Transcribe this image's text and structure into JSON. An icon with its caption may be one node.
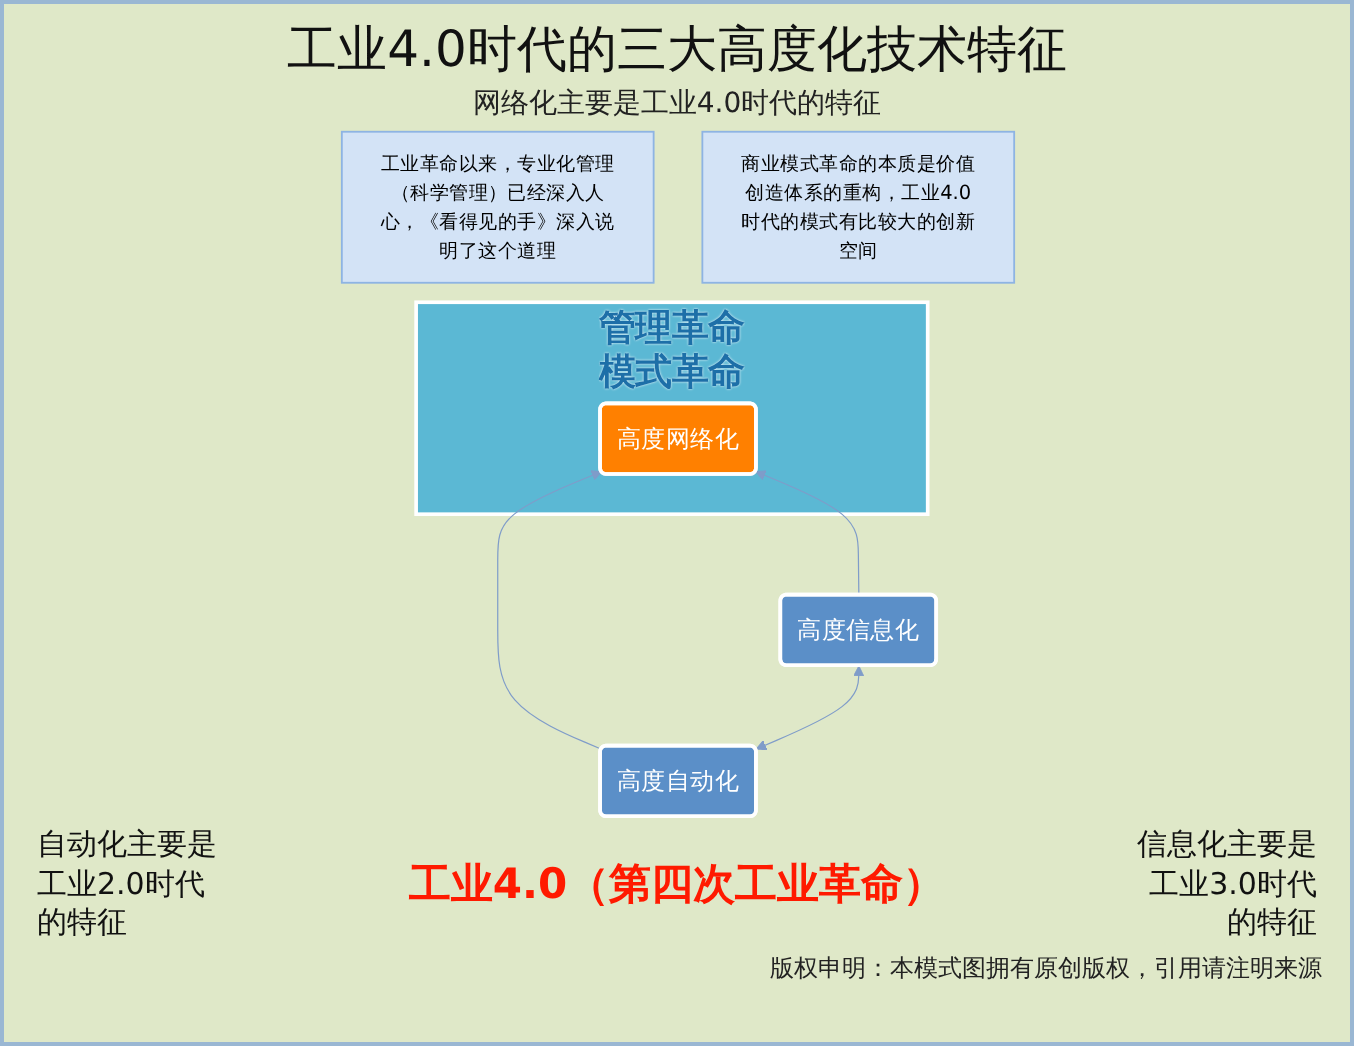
{
  "diagram": {
    "title": "工业4.0时代的三大高度化技术特征",
    "nodes": [
      {
        "text": [
          "工业革命以来，专业化管理（科学管理）已经深入人心，《看得见的手》深入说明了这个道理"
        ]
      },
      {
        "text": [
          "商业模式革命的本质是价值创造体系的重构，工业4.0时代的模式有比较大的创新空间"
        ]
      },
      {
        "text": [
          "管理革命",
          "模式革命"
        ]
      },
      {
        "text": [
          "高度网络化"
        ],
        "in": 2
      },
      {
        "text": [
          "高度自动化"
        ]
      },
      {
        "text": [
          "高度信息化"
        ]
      }
    ],
    "edges": [
      {
        "from": 4,
        "to": 3,
        "arrow": "to"
      },
      {
        "from": 5,
        "to": 3,
        "arrow": "to"
      },
      {
        "from": 4,
        "to": 5,
        "arrow": "both"
      }
    ],
    "labels": [
      "网络化主要是工业4.0时代的特征",
      "工业4.0（第四次工业革命）",
      "自动化主要是工业2.0时代的特征",
      "信息化主要是工业3.0时代的特征",
      "版权申明：本模式图拥有原创版权，引用请注明来源"
    ]
  }
}
